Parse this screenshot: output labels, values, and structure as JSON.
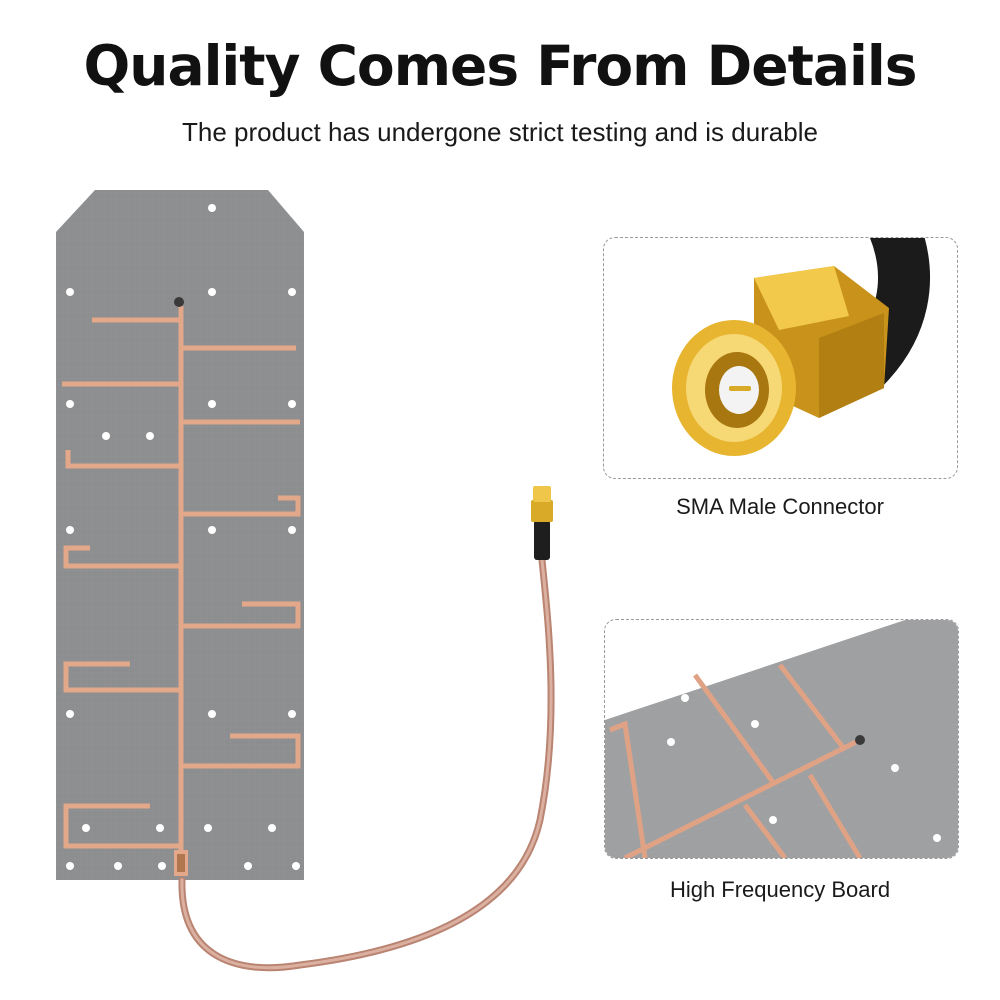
{
  "header": {
    "title": "Quality Comes From Details",
    "subtitle": "The product has undergone strict testing and is durable"
  },
  "details": [
    {
      "label": "SMA Male Connector",
      "image": "sma-male-connector-photo"
    },
    {
      "label": "High Frequency Board",
      "image": "pcb-board-closeup-photo"
    }
  ],
  "product": {
    "image": "pcb-antenna-with-cable-photo"
  },
  "colors": {
    "board": "#8c8d8f",
    "copper": "#e3a88a",
    "gold": "#e2b12c",
    "cable": "#c99581"
  }
}
